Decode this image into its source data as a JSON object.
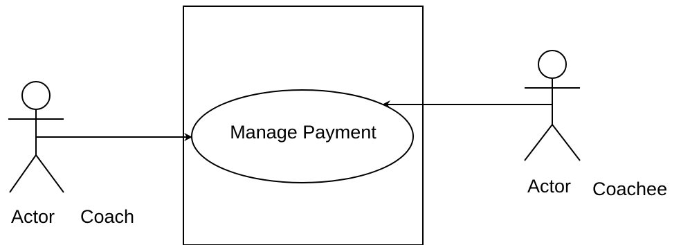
{
  "use_case": {
    "label": "Manage Payment"
  },
  "actors": [
    {
      "stereotype": "Actor",
      "name": "Coach"
    },
    {
      "stereotype": "Actor",
      "name": "Coachee"
    }
  ],
  "colors": {
    "stroke": "#000000",
    "background": "#ffffff"
  }
}
